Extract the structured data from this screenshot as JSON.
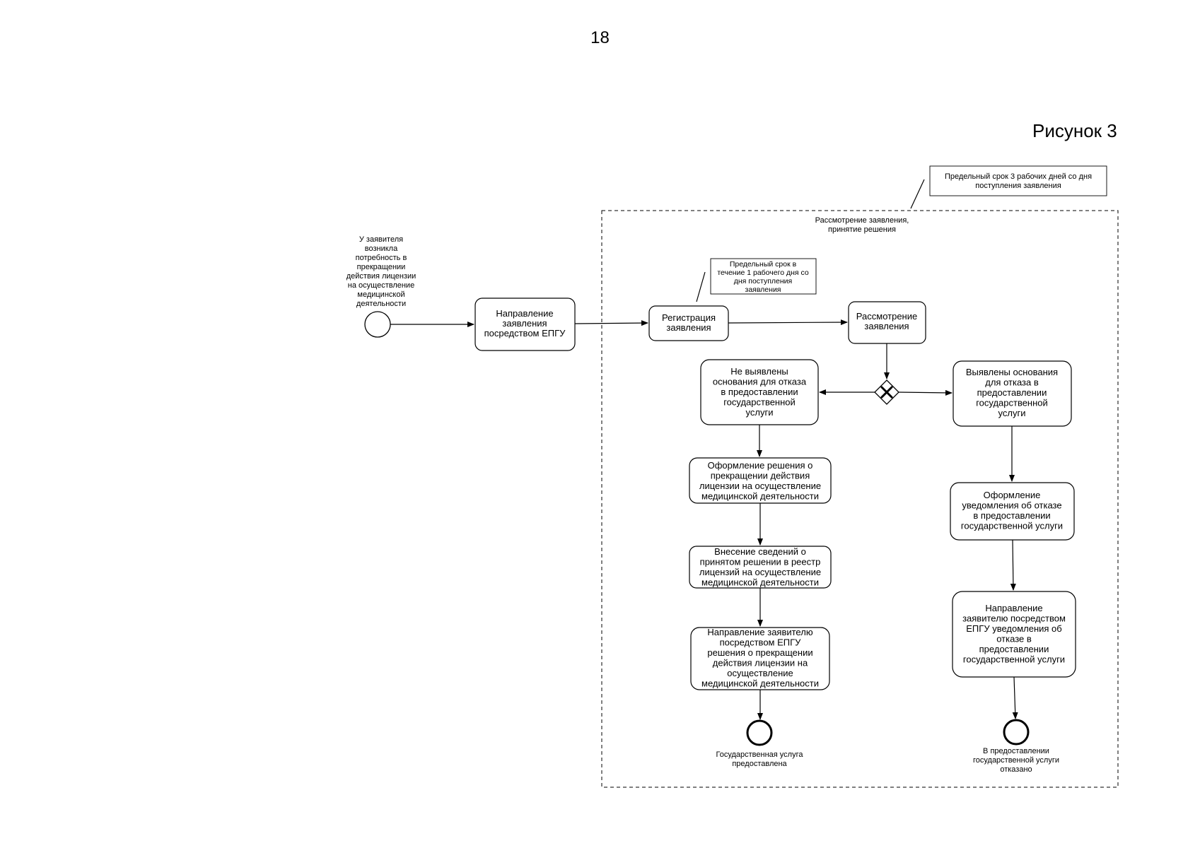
{
  "page": {
    "number": "18",
    "figure_label": "Рисунок 3"
  },
  "notes": {
    "lane_deadline": [
      "Предельный срок 3 рабочих дней со дня",
      "поступления заявления"
    ],
    "registration_deadline": [
      "Предельный срок в",
      "течение 1 рабочего дня со",
      "дня поступления",
      "заявления"
    ]
  },
  "lane": {
    "title": [
      "Рассмотрение заявления,",
      "принятие решения"
    ]
  },
  "events": {
    "start_label": [
      "У заявителя",
      "возникла",
      "потребность в",
      "прекращении",
      "действия лицензии",
      "на осуществление",
      "медицинской",
      "деятельности"
    ],
    "end_success_label": [
      "Государственная услуга",
      "предоставлена"
    ],
    "end_refusal_label": [
      "В предоставлении",
      "государственной услуги",
      "отказано"
    ]
  },
  "tasks": {
    "submit": [
      "Направление",
      "заявления",
      "посредством ЕПГУ"
    ],
    "register": [
      "Регистрация",
      "заявления"
    ],
    "review": [
      "Рассмотрение",
      "заявления"
    ],
    "no_grounds": [
      "Не выявлены",
      "основания для отказа",
      "в предоставлении",
      "государственной",
      "услуги"
    ],
    "grounds_found": [
      "Выявлены основания",
      "для отказа в",
      "предоставлении",
      "государственной",
      "услуги"
    ],
    "issue_decision": [
      "Оформление решения о",
      "прекращении действия",
      "лицензии на осуществление",
      "медицинской деятельности"
    ],
    "registry_entry": [
      "Внесение сведений о",
      "принятом решении в реестр",
      "лицензий на осуществление",
      "медицинской деятельности"
    ],
    "send_decision": [
      "Направление заявителю",
      "посредством ЕПГУ",
      "решения о прекращении",
      "действия лицензии на",
      "осуществление",
      "медицинской деятельности"
    ],
    "issue_refusal": [
      "Оформление",
      "уведомления об отказе",
      "в предоставлении",
      "государственной услуги"
    ],
    "send_refusal": [
      "Направление",
      "заявителю посредством",
      "ЕПГУ уведомления об",
      "отказе в",
      "предоставлении",
      "государственной услуги"
    ]
  }
}
